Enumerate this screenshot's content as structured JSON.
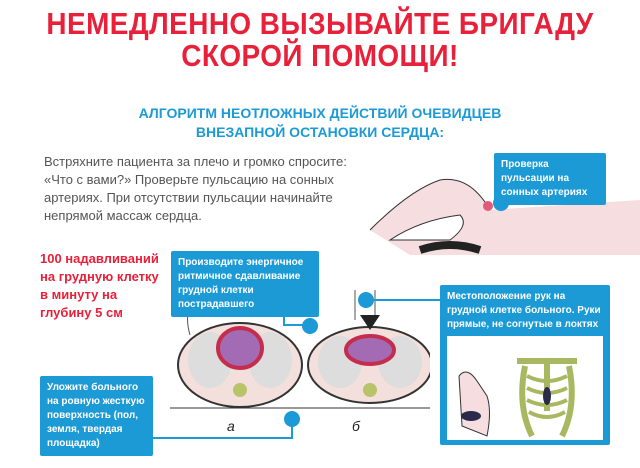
{
  "title": {
    "line1": "НЕМЕДЛЕННО ВЫЗЫВАЙТЕ БРИГАДУ",
    "line2": "СКОРОЙ ПОМОЩИ!"
  },
  "subtitle": {
    "line1": "АЛГОРИТМ НЕОТЛОЖНЫХ ДЕЙСТВИЙ ОЧЕВИДЦЕВ",
    "line2": "ВНЕЗАПНОЙ ОСТАНОВКИ СЕРДЦА:"
  },
  "intro": "Встряхните пациента за плечо и громко спросите: «Что с вами?» Проверьте пульсацию на сонных артериях. При отсутствии пульсации начинайте непрямой массаж сердца.",
  "compressions": "100 надавливаний на грудную клетку в минуту на глубину 5 см",
  "callouts": {
    "pulse": "Проверка пульсации на сонных артериях",
    "compress": "Производите энергичное ритмичное сдавливание грудной клетки пострадавшего",
    "hands": "Местоположение рук на грудной клетке больного. Руки прямые, не согнутые в локтях",
    "surface": "Уложите больного на ровную жесткую поверхность (пол, земля, твердая площадка)"
  },
  "labels": {
    "a": "а",
    "b": "б"
  },
  "colors": {
    "accent": "#1b9ad6",
    "red": "#e8203a"
  }
}
